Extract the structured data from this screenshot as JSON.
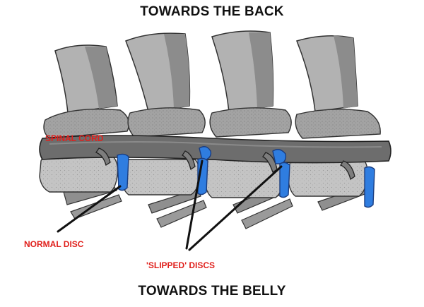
{
  "labels": {
    "top": "TOWARDS THE BACK",
    "bottom": "TOWARDS THE BELLY",
    "spinal_cord": "SPINAL CORD",
    "normal_disc": "NORMAL DISC",
    "slipped_discs": "'SLIPPED' DISCS"
  },
  "colors": {
    "label_red": "#e0201c",
    "bone_light": "#c9c9c9",
    "bone_mid": "#a8a8a8",
    "bone_dark": "#7a7a7a",
    "cord": "#6d6d6d",
    "disc_blue": "#2f7de0",
    "pointer": "#111111"
  }
}
